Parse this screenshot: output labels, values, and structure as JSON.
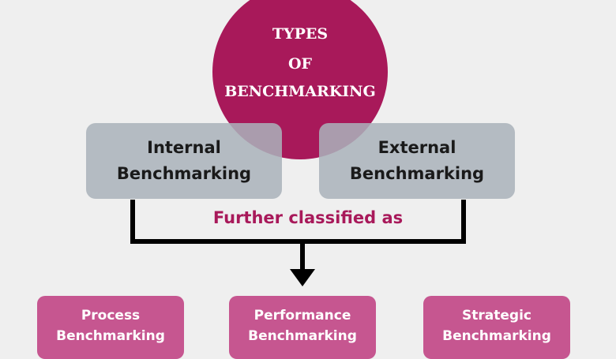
{
  "title": {
    "line1": "TYPES",
    "line2": "OF",
    "line3": "BENCHMARKING"
  },
  "top_boxes": [
    {
      "line1": "Internal",
      "line2": "Benchmarking"
    },
    {
      "line1": "External",
      "line2": "Benchmarking"
    }
  ],
  "connector_label": "Further classified as",
  "bottom_boxes": [
    {
      "line1": "Process",
      "line2": "Benchmarking"
    },
    {
      "line1": "Performance",
      "line2": "Benchmarking"
    },
    {
      "line1": "Strategic",
      "line2": "Benchmarking"
    }
  ],
  "colors": {
    "circle": "#a8195a",
    "top_box": "#aab2ba",
    "bottom_box": "#c65690",
    "subtitle": "#a8195a",
    "background": "#efefef"
  }
}
